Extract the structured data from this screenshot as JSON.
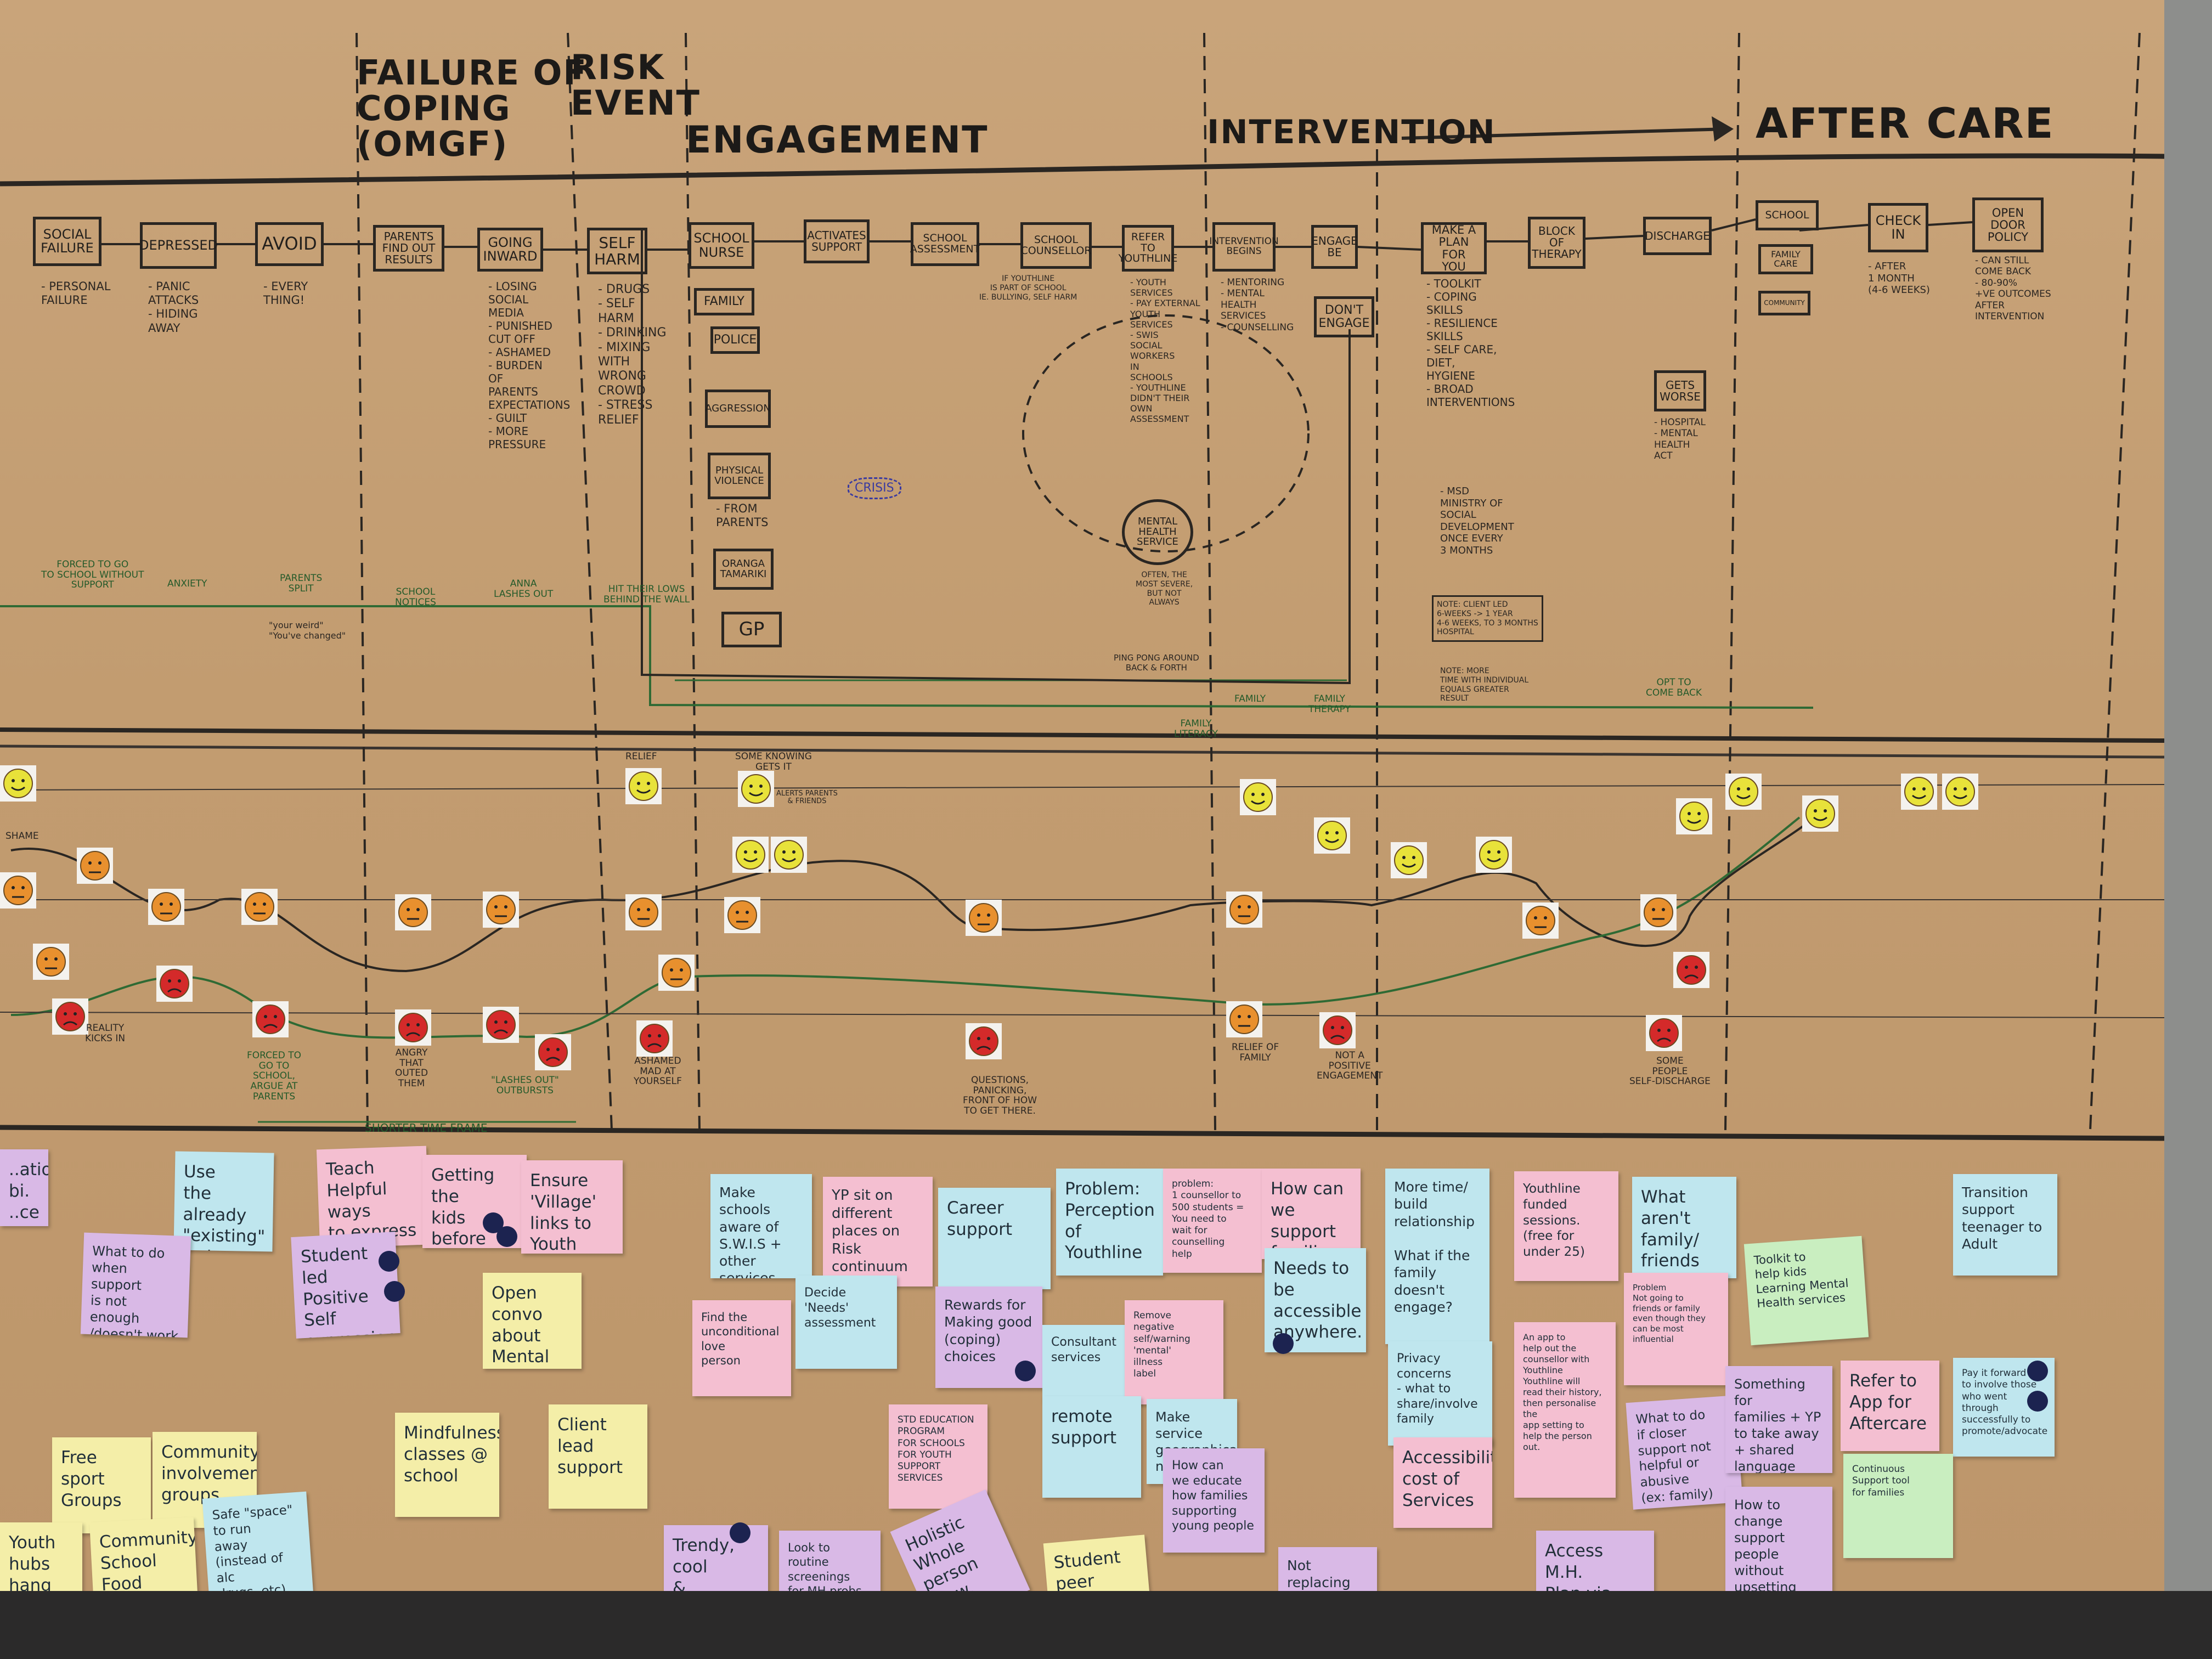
{
  "phases": {
    "failure": "FAILURE OF\nCOPING\n(OMGF)",
    "risk": "RISK\nEVENT",
    "engagement": "ENGAGEMENT",
    "intervention": "INTERVENTION",
    "aftercare": "AFTER CARE"
  },
  "flow_boxes": [
    {
      "id": "social-failure",
      "label": "SOCIAL\nFAILURE"
    },
    {
      "id": "depressed",
      "label": "DEPRESSED"
    },
    {
      "id": "avoid",
      "label": "AVOID"
    },
    {
      "id": "parents",
      "label": "PARENTS\nFIND OUT\nRESULTS"
    },
    {
      "id": "going-inward",
      "label": "GOING\nINWARD"
    },
    {
      "id": "self-harm",
      "label": "SELF\nHARM"
    },
    {
      "id": "school-nurse",
      "label": "SCHOOL\nNURSE"
    },
    {
      "id": "activates",
      "label": "ACTIVATES\nSUPPORT"
    },
    {
      "id": "school-assessment",
      "label": "SCHOOL\nASSESSMENT"
    },
    {
      "id": "school-counsellor",
      "label": "SCHOOL\nCOUNSELLOR"
    },
    {
      "id": "refer",
      "label": "REFER\nTO\nYOUTHLINE"
    },
    {
      "id": "intervention-begins",
      "label": "INTERVENTION\nBEGINS"
    },
    {
      "id": "engage",
      "label": "ENGAGE\nBE"
    },
    {
      "id": "dont-engage",
      "label": "DON'T\nENGAGE"
    },
    {
      "id": "make-plan",
      "label": "MAKE A\nPLAN FOR\nYOU"
    },
    {
      "id": "block",
      "label": "BLOCK\nOF\nTHERAPY"
    },
    {
      "id": "discharge",
      "label": "DISCHARGE"
    },
    {
      "id": "school-ac",
      "label": "SCHOOL"
    },
    {
      "id": "family-ac",
      "label": "FAMILY\nCARE"
    },
    {
      "id": "community-ac",
      "label": "COMMUNITY"
    },
    {
      "id": "check-in",
      "label": "CHECK\nIN"
    },
    {
      "id": "open-door",
      "label": "OPEN\nDOOR\nPOLICY"
    },
    {
      "id": "family",
      "label": "FAMILY"
    },
    {
      "id": "police",
      "label": "POLICE"
    },
    {
      "id": "aggression",
      "label": "AGGRESSION"
    },
    {
      "id": "physical",
      "label": "PHYSICAL\nVIOLENCE"
    },
    {
      "id": "oranga",
      "label": "ORANGA\nTAMARIKI"
    },
    {
      "id": "gp",
      "label": "GP"
    },
    {
      "id": "gets-worse",
      "label": "GETS\nWORSE"
    },
    {
      "id": "mental-health",
      "label": "MENTAL\nHEALTH\nSERVICE"
    }
  ],
  "notes": [
    {
      "id": "n1",
      "text": "- PERSONAL\n  FAILURE"
    },
    {
      "id": "n2",
      "text": "- PANIC\n  ATTACKS\n- HIDING\n  AWAY"
    },
    {
      "id": "n3",
      "text": "- EVERY\n  THING!"
    },
    {
      "id": "n4",
      "text": "- LOSING\n  SOCIAL\n  MEDIA\n- PUNISHED\n  CUT OFF\n- ASHAMED\n- BURDEN\n  OF\n  PARENTS\n  EXPECTATIONS\n- GUILT\n- MORE\n  PRESSURE"
    },
    {
      "id": "n5",
      "text": "- DRUGS\n- SELF\n  HARM\n- DRINKING\n- MIXING\n  WITH\n  WRONG\n  CROWD\n- STRESS\n  RELIEF"
    },
    {
      "id": "n6",
      "text": "- FROM\n  PARENTS"
    },
    {
      "id": "n7",
      "text": "- YOUTH\n  SERVICES\n- PAY EXTERNAL\n  YOUTH\n  SERVICES\n- SWIS\n  SOCIAL\n  WORKERS\n  IN\n  SCHOOLS\n- YOUTHLINE\n  DIDN'T THEIR\n  OWN\n  ASSESSMENT"
    },
    {
      "id": "n8",
      "text": "- MENTORING\n- MENTAL\n  HEALTH\n  SERVICES\n- COUNSELLING"
    },
    {
      "id": "n9",
      "text": "- TOOLKIT\n- COPING\n  SKILLS\n- RESILIENCE\n  SKILLS\n- SELF CARE,\n  DIET,\n  HYGIENE\n- BROAD\n  INTERVENTIONS"
    },
    {
      "id": "n10",
      "text": "- MSD\n  MINISTRY OF\n  SOCIAL\n  DEVELOPMENT\n  ONCE EVERY\n  3 MONTHS"
    },
    {
      "id": "n11",
      "text": "- HOSPITAL\n- MENTAL\n  HEALTH\n  ACT"
    },
    {
      "id": "n12",
      "text": "- AFTER\n  1 MONTH\n  (4-6 WEEKS)"
    },
    {
      "id": "n13",
      "text": "- CAN STILL\n  COME BACK\n- 80-90%\n  +VE OUTCOMES\n  AFTER\n  INTERVENTION"
    },
    {
      "id": "n14",
      "text": "OFTEN, THE\nMOST SEVERE,\nBUT NOT\nALWAYS"
    },
    {
      "id": "n15",
      "text": "PING PONG AROUND\nBACK & FORTH"
    },
    {
      "id": "n16",
      "text": "NOTE: CLIENT LED\n6-WEEKS -> 1 YEAR\n4-6 WEEKS, TO 3 MONTHS\nHOSPITAL"
    },
    {
      "id": "n17",
      "text": "NOTE: MORE\nTIME WITH INDIVIDUAL\nEQUALS GREATER\nRESULT"
    },
    {
      "id": "n18",
      "text": "IF YOUTHLINE\nIS PART OF SCHOOL\nIE. BULLYING, SELF HARM"
    },
    {
      "id": "n19",
      "text": "CRISIS"
    }
  ],
  "green_labels": [
    {
      "id": "g1",
      "text": "FORCED TO GO\nTO SCHOOL WITHOUT\nSUPPORT"
    },
    {
      "id": "g2",
      "text": "ANXIETY"
    },
    {
      "id": "g3",
      "text": "PARENTS\nSPLIT"
    },
    {
      "id": "g4",
      "text": "SCHOOL\nNOTICES"
    },
    {
      "id": "g5",
      "text": "ANNA\nLASHES OUT"
    },
    {
      "id": "g6",
      "text": "HIT THEIR LOWS\nBEHIND THE WALL"
    },
    {
      "id": "g7",
      "text": "FAMILY"
    },
    {
      "id": "g8",
      "text": "FAMILY\nTHERAPY"
    },
    {
      "id": "g9",
      "text": "OPT TO\nCOME BACK"
    },
    {
      "id": "g10",
      "text": "FAMILY\nLITERACY"
    },
    {
      "id": "g11",
      "text": "SHORTER TIME FRAME"
    },
    {
      "id": "g12",
      "text": "\"LASHES OUT\"\nOUTBURSTS"
    },
    {
      "id": "g13",
      "text": "FORCED TO\nGO TO\nSCHOOL,\nARGUE AT\nPARENTS"
    }
  ],
  "quote": "\"your weird\"\n\"You've changed\"",
  "emotion_captions": [
    {
      "id": "e1",
      "text": "RELIEF"
    },
    {
      "id": "e2",
      "text": "SOME KNOWING\nGETS IT"
    },
    {
      "id": "e3",
      "text": "ALERTS PARENTS\n& FRIENDS"
    },
    {
      "id": "e4",
      "text": "REALITY\nKICKS IN"
    },
    {
      "id": "e5",
      "text": "ANGRY\nTHAT\nOUTED\nTHEM"
    },
    {
      "id": "e6",
      "text": "ASHAMED\nMAD AT\nYOURSELF"
    },
    {
      "id": "e7",
      "text": "QUESTIONS,\nPANICKING,\nFRONT OF HOW\nTO GET THERE."
    },
    {
      "id": "e8",
      "text": "RELIEF OF\nFAMILY"
    },
    {
      "id": "e9",
      "text": "NOT A\nPOSITIVE\nENGAGEMENT"
    },
    {
      "id": "e10",
      "text": "SOME\nPEOPLE\nSELF-DISCHARGE"
    },
    {
      "id": "e11",
      "text": "SHAME"
    }
  ],
  "stickies": [
    {
      "id": "s1",
      "text": "..ation\nbi.\n..ce",
      "color": "#d9b9e6"
    },
    {
      "id": "s2",
      "text": "Use\nthe\nalready\n\"existing\"\nweb",
      "color": "#bfe6ee"
    },
    {
      "id": "s3",
      "text": "Teach\nHelpful ways\nto express\nfeelings",
      "color": "#f4bfd1"
    },
    {
      "id": "s4",
      "text": "Getting the\nkids before\ncrisis",
      "color": "#f4bfd1"
    },
    {
      "id": "s5",
      "text": "Ensure\n'Village'\nlinks to\nYouth services",
      "color": "#f4bfd1"
    },
    {
      "id": "s6",
      "text": "What to do\nwhen support\nis not enough\n/doesn't work",
      "color": "#d9b9e6"
    },
    {
      "id": "s7",
      "text": "Student led\nPositive Self\nexpression\nstrategies",
      "color": "#d9b9e6"
    },
    {
      "id": "s8",
      "text": "Open\nconvo about\nMental\nhealth",
      "color": "#f4eea8"
    },
    {
      "id": "s9",
      "text": "Make\nschools\naware of\nS.W.I.S +\nother services",
      "color": "#bfe6ee"
    },
    {
      "id": "s10",
      "text": "YP sit on different\nplaces on Risk\ncontinuum",
      "color": "#f4bfd1"
    },
    {
      "id": "s11",
      "text": "Career\nsupport",
      "color": "#bfe6ee"
    },
    {
      "id": "s12",
      "text": "Problem:\nPerception of\nYouthline",
      "color": "#bfe6ee"
    },
    {
      "id": "s13",
      "text": "problem:\n1 counsellor to\n500 students =\nYou need to\nwait for counselling\nhelp",
      "color": "#f4bfd1"
    },
    {
      "id": "s14",
      "text": "How can\nwe support\nfamilies",
      "color": "#f4bfd1"
    },
    {
      "id": "s15",
      "text": "More time/\nbuild\nrelationship\n\nWhat if the\nfamily doesn't\nengage?",
      "color": "#bfe6ee"
    },
    {
      "id": "s16",
      "text": "Youthline\nfunded\nsessions.\n(free for\nunder 25)",
      "color": "#f4bfd1"
    },
    {
      "id": "s17",
      "text": "What\naren't\nfamily/\nfriends\ninvolved?",
      "color": "#bfe6ee"
    },
    {
      "id": "s18",
      "text": "Transition\nsupport\nteenager to\nAdult",
      "color": "#bfe6ee"
    },
    {
      "id": "s19",
      "text": "Find the\nunconditional\nlove\nperson",
      "color": "#f4bfd1"
    },
    {
      "id": "s20",
      "text": "Decide\n'Needs'\nassessment",
      "color": "#bfe6ee"
    },
    {
      "id": "s21",
      "text": "Rewards for\nMaking good\n(coping)\nchoices",
      "color": "#d9b9e6"
    },
    {
      "id": "s22",
      "text": "Consultant\nservices",
      "color": "#bfe6ee"
    },
    {
      "id": "s23",
      "text": "Remove negative\nself/warning\n'mental'\nillness\nlabel",
      "color": "#f4bfd1"
    },
    {
      "id": "s24",
      "text": "Needs to\nbe accessible\nanywhere.",
      "color": "#bfe6ee"
    },
    {
      "id": "s25",
      "text": "Privacy\nconcerns\n- what to\nshare/involve\nfamily",
      "color": "#bfe6ee"
    },
    {
      "id": "s26",
      "text": "Problem\nNot going to\nfriends or family\neven though they\ncan be most influential",
      "color": "#f4bfd1"
    },
    {
      "id": "s27",
      "text": "Toolkit to\nhelp kids\nLearning Mental\nHealth services",
      "color": "#c9eec0"
    },
    {
      "id": "s28",
      "text": "Free\nsport\nGroups",
      "color": "#f4eea8"
    },
    {
      "id": "s29",
      "text": "Community\ninvolvement\ngroups",
      "color": "#f4eea8"
    },
    {
      "id": "s30",
      "text": "Mindfulness\nclasses @\nschool",
      "color": "#f4eea8"
    },
    {
      "id": "s31",
      "text": "Client\nlead\nsupport",
      "color": "#f4eea8"
    },
    {
      "id": "s32",
      "text": "STD EDUCATION\nPROGRAM\nFOR SCHOOLS\nFOR YOUTH\nSUPPORT\nSERVICES",
      "color": "#f4bfd1"
    },
    {
      "id": "s33",
      "text": "remote\nsupport",
      "color": "#bfe6ee"
    },
    {
      "id": "s34",
      "text": "Make\nservice\ngeographically\nneutral",
      "color": "#bfe6ee"
    },
    {
      "id": "s35",
      "text": "How can\nwe educate\nhow families\nsupporting\nyoung people",
      "color": "#d9b9e6"
    },
    {
      "id": "s36",
      "text": "Accessibility\ncost of\nServices",
      "color": "#f4bfd1"
    },
    {
      "id": "s37",
      "text": "An app to\nhelp out the\ncounsellor with\nYouthline\nYouthline will\nread their history,\nthen personalise the\napp setting to\nhelp the person out.",
      "color": "#f4bfd1"
    },
    {
      "id": "s38",
      "text": "What to do\nif closer\nsupport not\nhelpful or\nabusive\n(ex: family)",
      "color": "#d9b9e6"
    },
    {
      "id": "s39",
      "text": "Something for\nfamilies + YP\nto take away\n+ shared\nlanguage",
      "color": "#d9b9e6"
    },
    {
      "id": "s40",
      "text": "Refer to\nApp for\nAftercare",
      "color": "#f4bfd1"
    },
    {
      "id": "s41",
      "text": "Pay it forward\nto involve those\nwho went through\nsuccessfully to\npromote/advocate",
      "color": "#bfe6ee"
    },
    {
      "id": "s42",
      "text": "Youth hubs\nhang out\nnight\nbooth",
      "color": "#f4eea8"
    },
    {
      "id": "s43",
      "text": "Community/\nSchool\nFood\ngardens",
      "color": "#f4eea8"
    },
    {
      "id": "s44",
      "text": "Safe \"space\"\nto run\naway\n(instead of alc\ndrugs, etc)",
      "color": "#bfe6ee"
    },
    {
      "id": "s45",
      "text": "Trendy, cool\n&\nengaging\nway to help",
      "color": "#d9b9e6"
    },
    {
      "id": "s46",
      "text": "Look to routine\nscreenings\nfor MH probs\nin high school",
      "color": "#d9b9e6"
    },
    {
      "id": "s47",
      "text": "Holistic\nWhole person\nView.",
      "color": "#d9b9e6"
    },
    {
      "id": "s48",
      "text": "Student\npeer\nSupport\n(trained)",
      "color": "#f4eea8"
    },
    {
      "id": "s49",
      "text": "Not replacing\nfamilies as\nits support",
      "color": "#d9b9e6"
    },
    {
      "id": "s50",
      "text": "Access M.H.\nPlan via\napp",
      "color": "#d9b9e6"
    },
    {
      "id": "s51",
      "text": "How to change\nsupport\npeople without\nupsetting\nthem",
      "color": "#d9b9e6"
    },
    {
      "id": "s52",
      "text": "Continuous\nSupport tool\nfor families",
      "color": "#c9eec0"
    }
  ]
}
